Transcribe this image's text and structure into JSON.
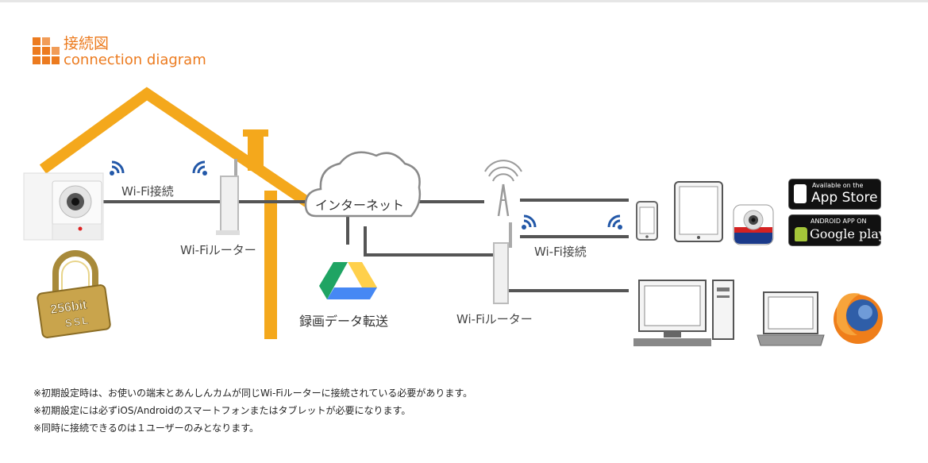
{
  "header": {
    "title_jp": "接続図",
    "title_en": "connection diagram"
  },
  "labels": {
    "wifi_connection_left": "Wi-Fi接続",
    "wifi_router_left": "Wi-Fiルーター",
    "internet": "インターネット",
    "recording_transfer": "録画データ転送",
    "wifi_connection_right": "Wi-Fi接続",
    "wifi_router_right": "Wi-Fiルーター"
  },
  "lock": {
    "line1": "256bit",
    "line2": "SSL"
  },
  "app_store_badge": {
    "small": "Available on the",
    "big": "App Store"
  },
  "google_play_badge": {
    "small": "ANDROID APP ON",
    "big": "Google play"
  },
  "notes": [
    "※初期設定時は、お使いの端末とあんしんカムが同じWi-Fiルーターに接続されている必要があります。",
    "※初期設定には必ずiOS/Androidのスマートフォンまたはタブレットが必要になります。",
    "※同時に接続できるのは１ユーザーのみとなります。"
  ],
  "colors": {
    "accent_orange": "#ec7b1f",
    "house_yellow": "#f4a81c",
    "line_dark": "#555555",
    "wifi_blue": "#2358a8"
  }
}
